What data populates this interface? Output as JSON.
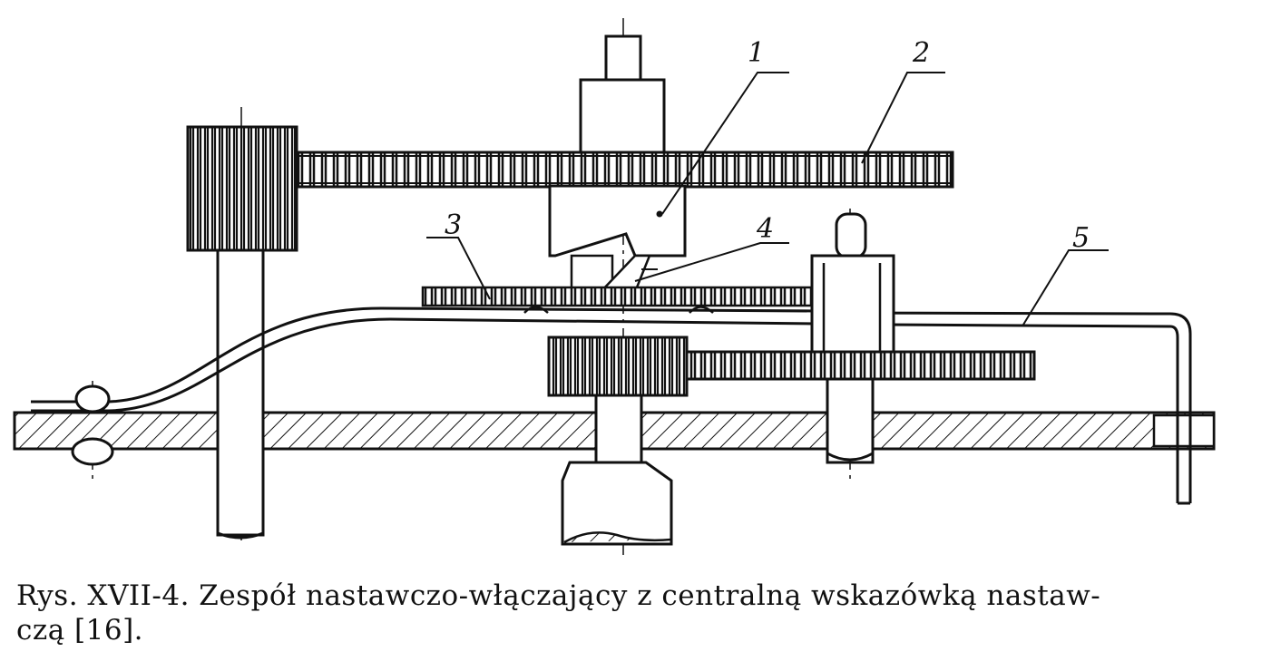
{
  "labels": [
    "1",
    "2",
    "3",
    "4",
    "5"
  ],
  "caption": {
    "line1": "Rys. XVII-4. Zespół nastawczo-włączający z centralną wskazówką nastaw-",
    "line2": "czą [16]."
  }
}
